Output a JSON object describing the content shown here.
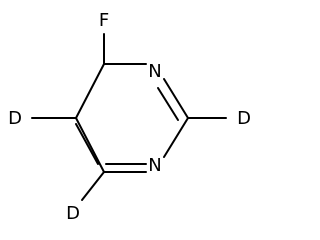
{
  "molecule": {
    "atoms": {
      "f": "F",
      "n_top": "N",
      "n_bottom": "N",
      "d_c2": "D",
      "d_c5": "D",
      "d_c6": "D"
    }
  }
}
